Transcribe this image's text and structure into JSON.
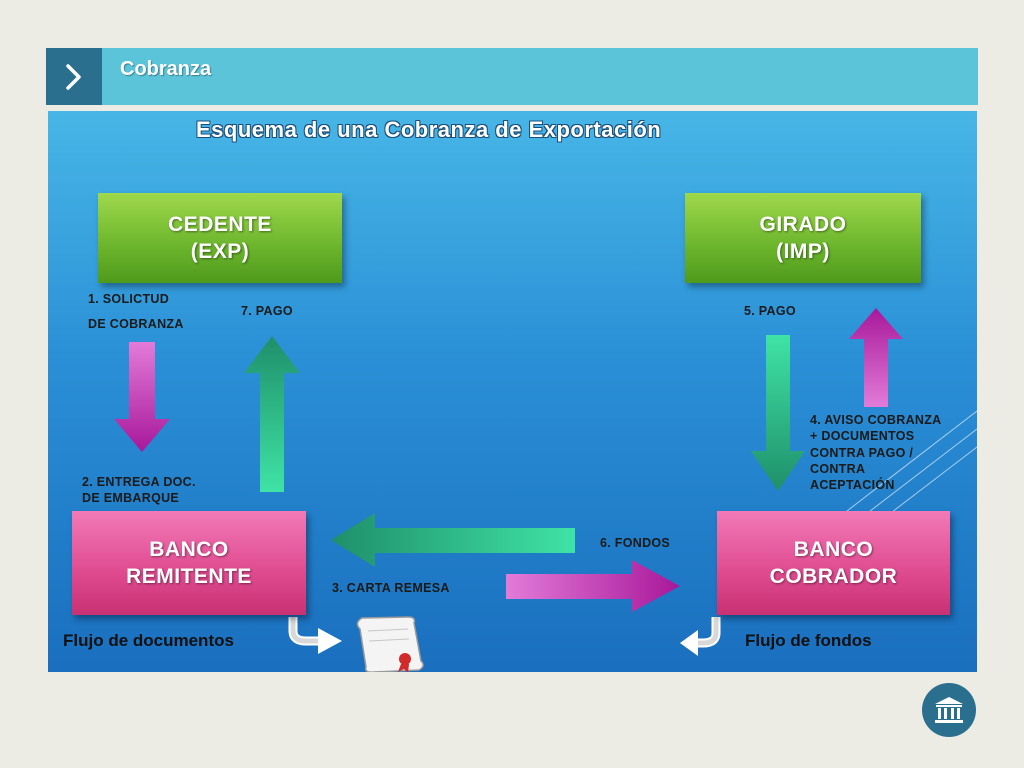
{
  "header": {
    "title": "Cobranza",
    "icon": "chevron-right-icon"
  },
  "diagram": {
    "title": "Esquema de una Cobranza de Exportación",
    "nodes": {
      "cedente": {
        "line1": "CEDENTE",
        "line2": "(EXP)"
      },
      "girado": {
        "line1": "GIRADO",
        "line2": "(IMP)"
      },
      "banco_remitente": {
        "line1": "BANCO",
        "line2": "REMITENTE"
      },
      "banco_cobrador": {
        "line1": "BANCO",
        "line2": "COBRADOR"
      }
    },
    "steps": {
      "s1_a": "1. SOLICTUD",
      "s1_b": "DE COBRANZA",
      "s2_a": "2. ENTREGA DOC.",
      "s2_b": "DE EMBARQUE",
      "s3": "3. CARTA REMESA",
      "s4_a": "4. AVISO COBRANZA",
      "s4_b": "+ DOCUMENTOS",
      "s4_c": "CONTRA PAGO /",
      "s4_d": "CONTRA",
      "s4_e": "ACEPTACIÓN",
      "s5": "5. PAGO",
      "s6": "6. FONDOS",
      "s7": "7. PAGO"
    },
    "legend": {
      "documentos": "Flujo de documentos",
      "fondos": "Flujo de fondos"
    },
    "colors": {
      "document_arrow": "#d03fc3",
      "payment_arrow": "#3fd59c",
      "node_green": "#6bb52c",
      "node_pink": "#df4a8f"
    }
  },
  "footer": {
    "icon": "bank-icon"
  }
}
